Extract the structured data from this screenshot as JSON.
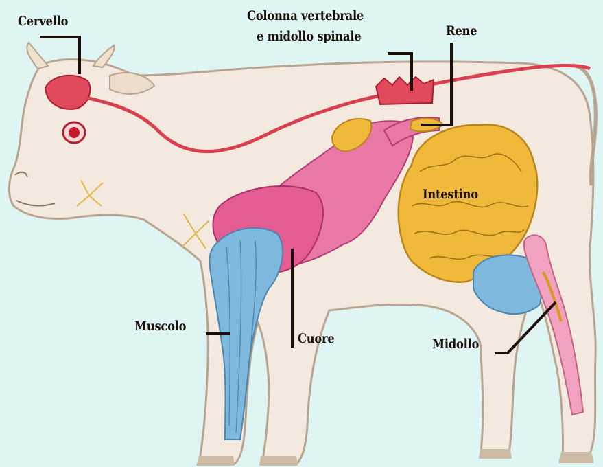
{
  "labels": {
    "brain": "Cervello",
    "spine_line1": "Colonna vertebrale",
    "spine_line2": "e midollo spinale",
    "kidney": "Rene",
    "intestine": "Intestino",
    "muscle": "Muscolo",
    "heart": "Cuore",
    "marrow": "Midollo"
  },
  "colors": {
    "background": "#dff5f3",
    "cow_body": "#f3e9df",
    "cow_outline": "#b9a48f",
    "brain_nerve": "#d8404f",
    "heart_lungs": "#e76a9a",
    "intestine": "#f0b93a",
    "muscle_udder": "#7fb8dd",
    "leader_line": "#1a0f0a"
  }
}
